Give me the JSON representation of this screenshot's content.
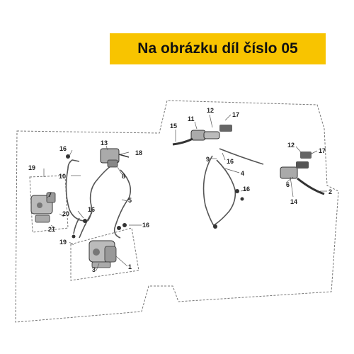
{
  "banner": {
    "text": "Na obrázku díl číslo 05",
    "background": "#f8c400"
  },
  "callouts": [
    "1",
    "2",
    "3",
    "4",
    "5",
    "6",
    "7",
    "8",
    "9",
    "10",
    "11",
    "12",
    "12",
    "13",
    "14",
    "15",
    "16",
    "16",
    "16",
    "16",
    "17",
    "17",
    "18",
    "19",
    "19",
    "20",
    "21"
  ]
}
